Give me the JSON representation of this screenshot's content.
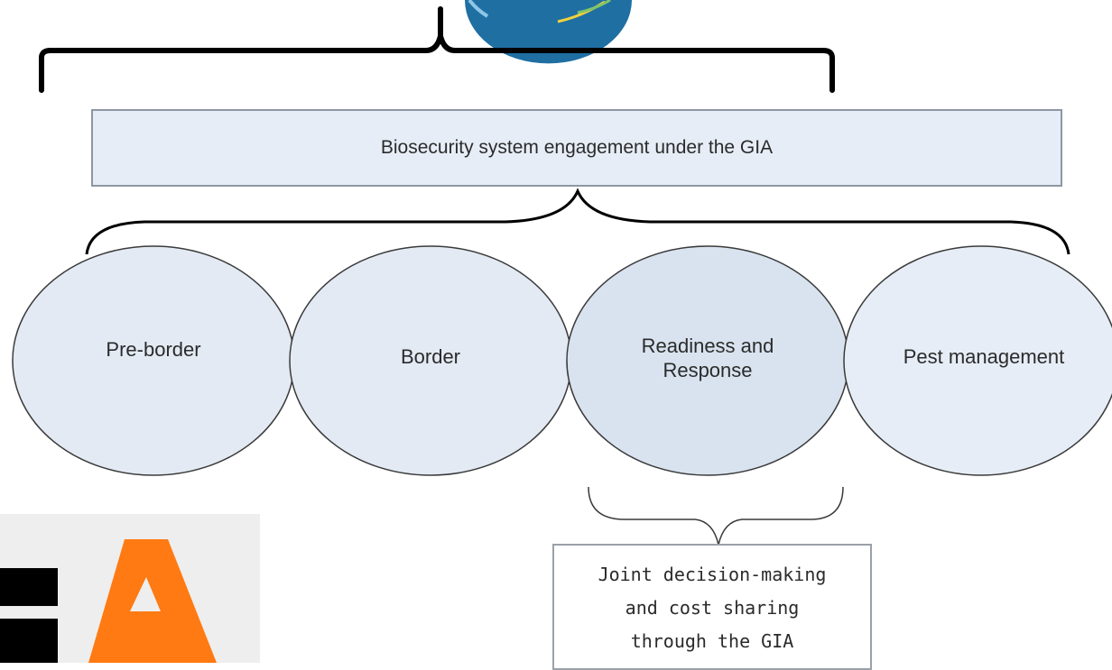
{
  "diagram": {
    "top_box_label": "Biosecurity system engagement under the GIA",
    "stages": [
      {
        "label": "Pre-border"
      },
      {
        "label": "Border"
      },
      {
        "label": "Readiness and Response"
      },
      {
        "label": "Pest management"
      }
    ],
    "outcome_lines": [
      "Joint decision-making",
      "and cost sharing",
      "through the GIA"
    ]
  },
  "colors": {
    "box_fill": "#e6edf6",
    "circle_fill": "#e3eaf4",
    "highlight_fill": "#d9e3ef",
    "stroke": "#3a3a3a",
    "logo_orange": "#ff7a12",
    "logo_globe": "#1f6fa3"
  },
  "icons": [
    "globe-logo",
    "gia-logo"
  ]
}
